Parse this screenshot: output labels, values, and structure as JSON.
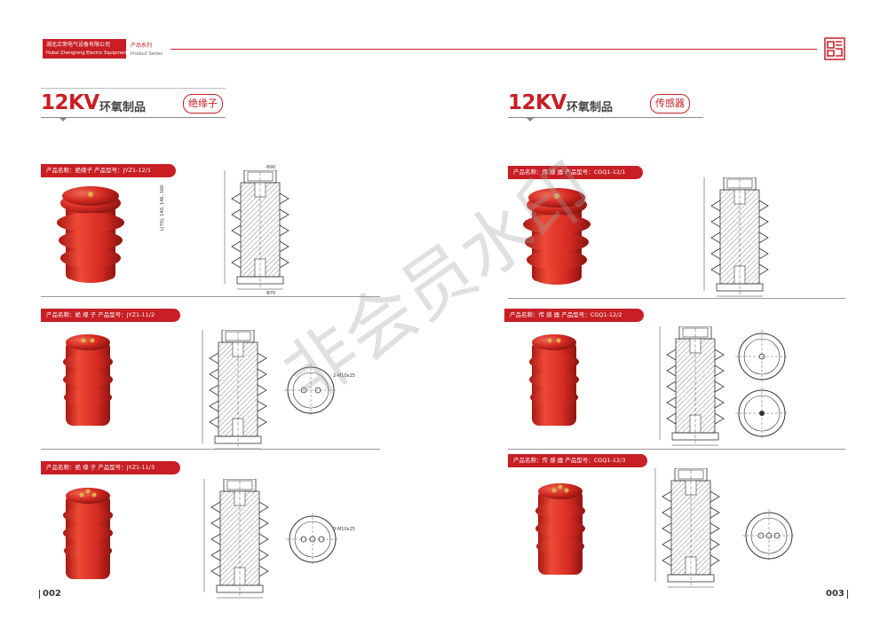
{
  "header": {
    "company_cn": "湖北正荣电气设备有限公司",
    "company_en": "Hubei Zhengrong Electric Equipment Co., Ltd.",
    "category_cn": "产品系列",
    "category_en": "Product Series"
  },
  "left": {
    "title_kv": "12KV",
    "title_sub": "环氧制品",
    "title_tag": "绝缘子",
    "products": [
      {
        "banner": "产品名称：绝缘子   产品型号：JYZ1-12/1"
      },
      {
        "banner": "产品名称：绝 缘 子    产品型号：JYZ1-11/2"
      },
      {
        "banner": "产品名称：绝 缘 子    产品型号：JYZ1-11/3"
      }
    ],
    "page_number": "002"
  },
  "right": {
    "title_kv": "12KV",
    "title_sub": "环氧制品",
    "title_tag": "传感器",
    "products": [
      {
        "banner": "产品名称：传 感 器     产品型号：CGQ1-12/1"
      },
      {
        "banner": "产品名称：传 感 器     产品型号：CGQ1-12/2"
      },
      {
        "banner": "产品名称：传 感 器     产品型号：CGQ1-12/3"
      }
    ],
    "page_number": "003"
  },
  "drawing_labels": {
    "dim_left": "L(70), 140, 146, 160",
    "top_dim": "Φ90",
    "bottom_dim": "Φ70",
    "hole_dim": "2-M10x25",
    "hole_dim_b": "3-M10x25"
  },
  "watermark": "非会员水印",
  "colors": {
    "brand_red": "#c81e24",
    "insulator_red": "#d42a22"
  }
}
